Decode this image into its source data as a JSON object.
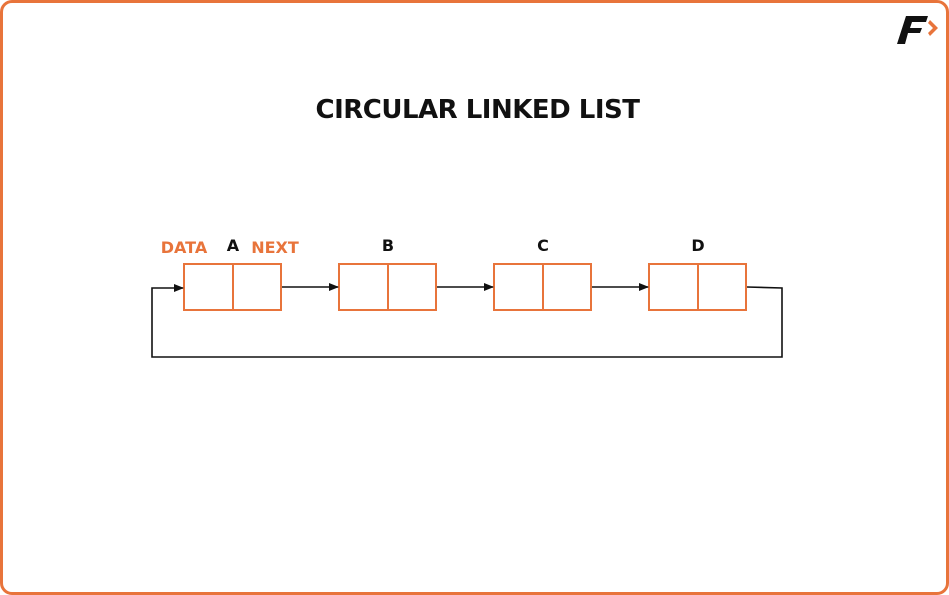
{
  "title": "CIRCULAR LINKED LIST",
  "labels": {
    "data": "DATA",
    "next": "NEXT"
  },
  "nodes": [
    {
      "name": "A"
    },
    {
      "name": "B"
    },
    {
      "name": "C"
    },
    {
      "name": "D"
    }
  ],
  "logo": {
    "letter": "F"
  },
  "colors": {
    "accent": "#e8743b",
    "line": "#111111"
  }
}
